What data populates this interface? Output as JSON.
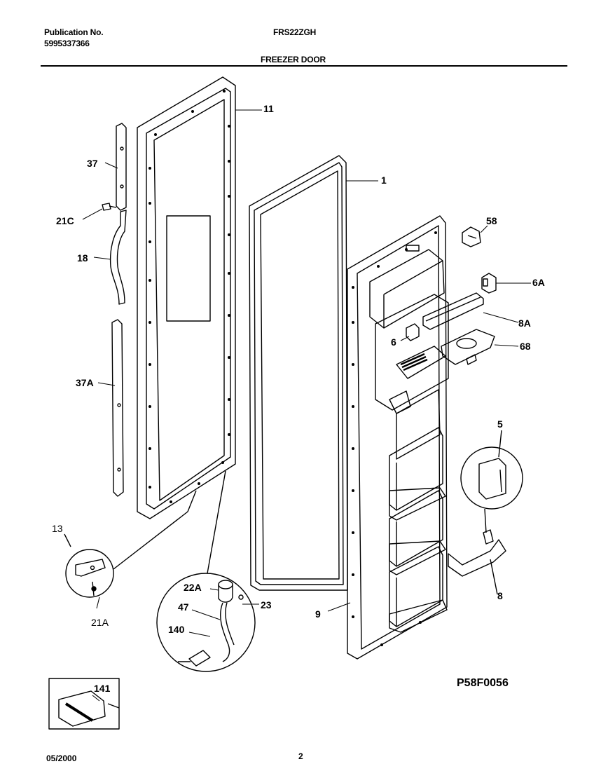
{
  "header": {
    "publication_label": "Publication No.",
    "publication_number": "5995337366",
    "model": "FRS22ZGH",
    "section_title": "FREEZER DOOR"
  },
  "parts": [
    {
      "id": "11"
    },
    {
      "id": "1"
    },
    {
      "id": "37"
    },
    {
      "id": "21C"
    },
    {
      "id": "18"
    },
    {
      "id": "37A"
    },
    {
      "id": "58"
    },
    {
      "id": "6A"
    },
    {
      "id": "8A"
    },
    {
      "id": "6"
    },
    {
      "id": "68"
    },
    {
      "id": "5"
    },
    {
      "id": "13"
    },
    {
      "id": "21A"
    },
    {
      "id": "22A"
    },
    {
      "id": "23"
    },
    {
      "id": "47"
    },
    {
      "id": "140"
    },
    {
      "id": "9"
    },
    {
      "id": "8"
    },
    {
      "id": "141"
    }
  ],
  "footer": {
    "drawing_code": "P58F0056",
    "date": "05/2000",
    "page_number": "2"
  }
}
